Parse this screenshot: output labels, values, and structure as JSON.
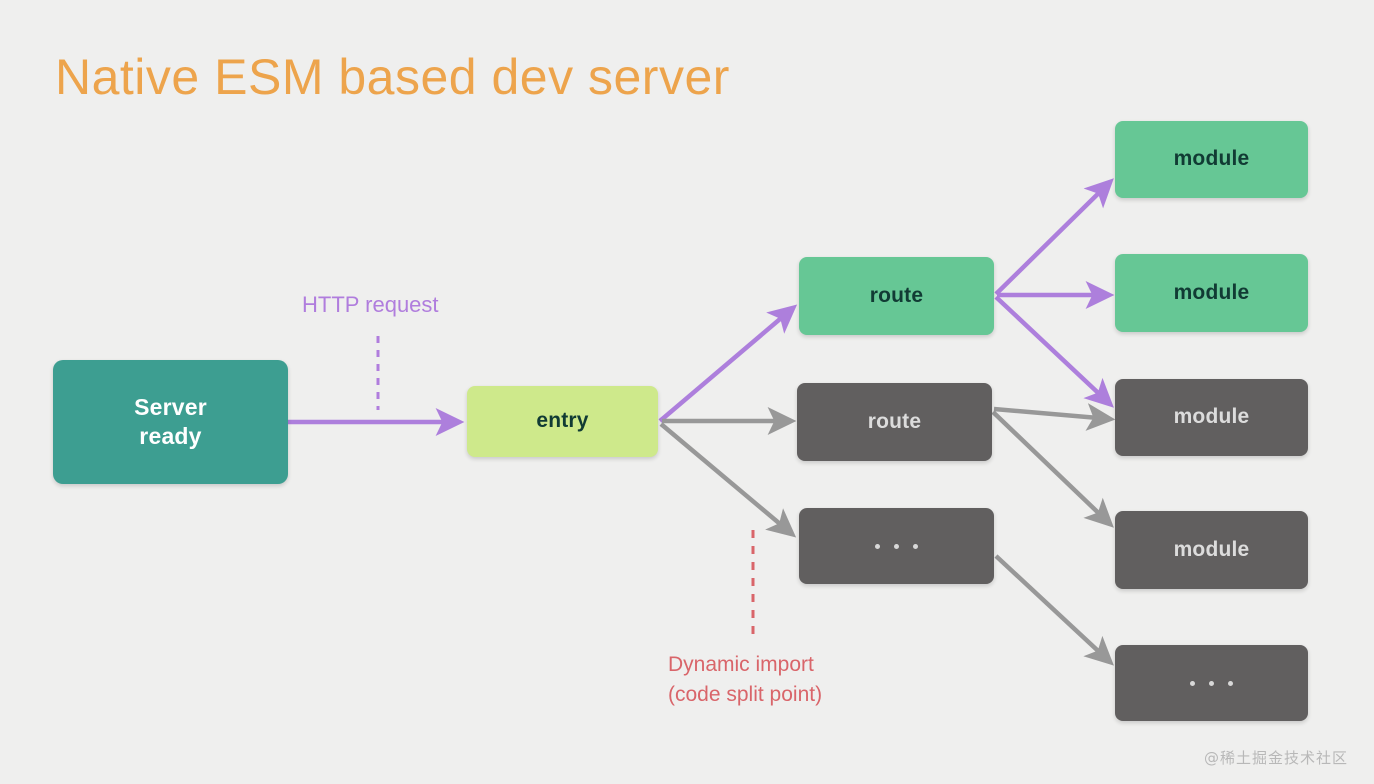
{
  "page": {
    "title": "Native ESM based dev server",
    "background_color": "#efefee",
    "title_color": "#eda44c",
    "watermark": "@稀土掘金技术社区"
  },
  "palette": {
    "teal": "#3d9e91",
    "lime": "#cee98b",
    "green": "#66c795",
    "gray": "#615f5f",
    "purple_arrow": "#ad7fdc",
    "gray_arrow": "#989898",
    "red_dash": "#d9656a",
    "purple_label": "#b07ddd"
  },
  "labels": {
    "http_request": "HTTP request",
    "dynamic_import_line1": "Dynamic import",
    "dynamic_import_line2": "(code split point)"
  },
  "nodes": {
    "server": "Server\nready",
    "server_line1": "Server",
    "server_line2": "ready",
    "entry": "entry",
    "route_green": "route",
    "route_gray": "route",
    "route_dots": "· · ·",
    "module_green_1": "module",
    "module_green_2": "module",
    "module_gray_1": "module",
    "module_gray_2": "module",
    "module_dots": "· · ·"
  },
  "diagram_structure": {
    "type": "flow-diagram",
    "edges": [
      {
        "from": "server",
        "to": "entry",
        "color": "purple"
      },
      {
        "from": "entry",
        "to": "route_green",
        "color": "purple"
      },
      {
        "from": "entry",
        "to": "route_gray",
        "color": "gray"
      },
      {
        "from": "entry",
        "to": "route_dots",
        "color": "gray"
      },
      {
        "from": "route_green",
        "to": "module_green_1",
        "color": "purple"
      },
      {
        "from": "route_green",
        "to": "module_green_2",
        "color": "purple"
      },
      {
        "from": "route_green",
        "to": "module_gray_1",
        "color": "purple"
      },
      {
        "from": "route_gray",
        "to": "module_gray_1",
        "color": "gray"
      },
      {
        "from": "route_gray",
        "to": "module_gray_2",
        "color": "gray"
      },
      {
        "from": "route_dots",
        "to": "module_dots",
        "color": "gray"
      }
    ],
    "annotations": [
      {
        "name": "http-request",
        "style": "dashed-purple",
        "attached_to": "server-to-entry edge"
      },
      {
        "name": "dynamic-import",
        "style": "dashed-red",
        "attached_to": "entry-to-dots edge"
      }
    ]
  }
}
